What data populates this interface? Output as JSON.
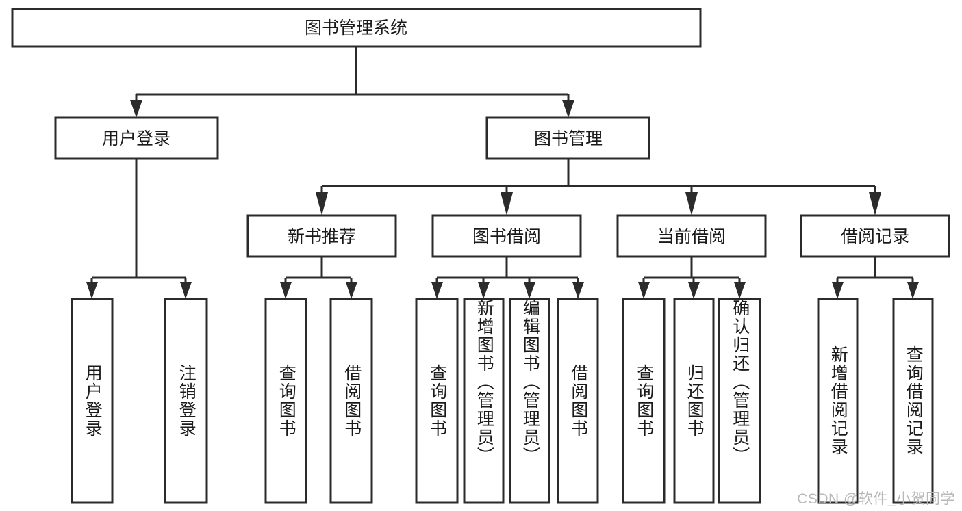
{
  "diagram": {
    "title": "图书管理系统",
    "type": "tree",
    "orientation": "top-down",
    "colors": {
      "box_stroke": "#2b2b2b",
      "box_fill": "#ffffff",
      "text": "#1a1a1a",
      "background": "#ffffff",
      "watermark": "#b8b8b8"
    },
    "root": {
      "label": "图书管理系统"
    },
    "level2": [
      {
        "label": "用户登录"
      },
      {
        "label": "图书管理"
      }
    ],
    "level3": [
      {
        "label": "新书推荐"
      },
      {
        "label": "图书借阅"
      },
      {
        "label": "当前借阅"
      },
      {
        "label": "借阅记录"
      }
    ],
    "leaves": {
      "user_login": [
        {
          "label": "用户登录"
        },
        {
          "label": "注销登录"
        }
      ],
      "new_book_recommend": [
        {
          "label": "查询图书"
        },
        {
          "label": "借阅图书"
        }
      ],
      "book_borrow": [
        {
          "label": "查询图书"
        },
        {
          "label": "新增图书（管理员）"
        },
        {
          "label": "编辑图书（管理员）"
        },
        {
          "label": "借阅图书"
        }
      ],
      "current_borrow": [
        {
          "label": "查询图书"
        },
        {
          "label": "归还图书"
        },
        {
          "label": "确认归还（管理员）"
        }
      ],
      "borrow_record": [
        {
          "label": "新增借阅记录"
        },
        {
          "label": "查询借阅记录"
        }
      ]
    }
  },
  "watermark": {
    "text": "CSDN @软件_小贺同学"
  }
}
